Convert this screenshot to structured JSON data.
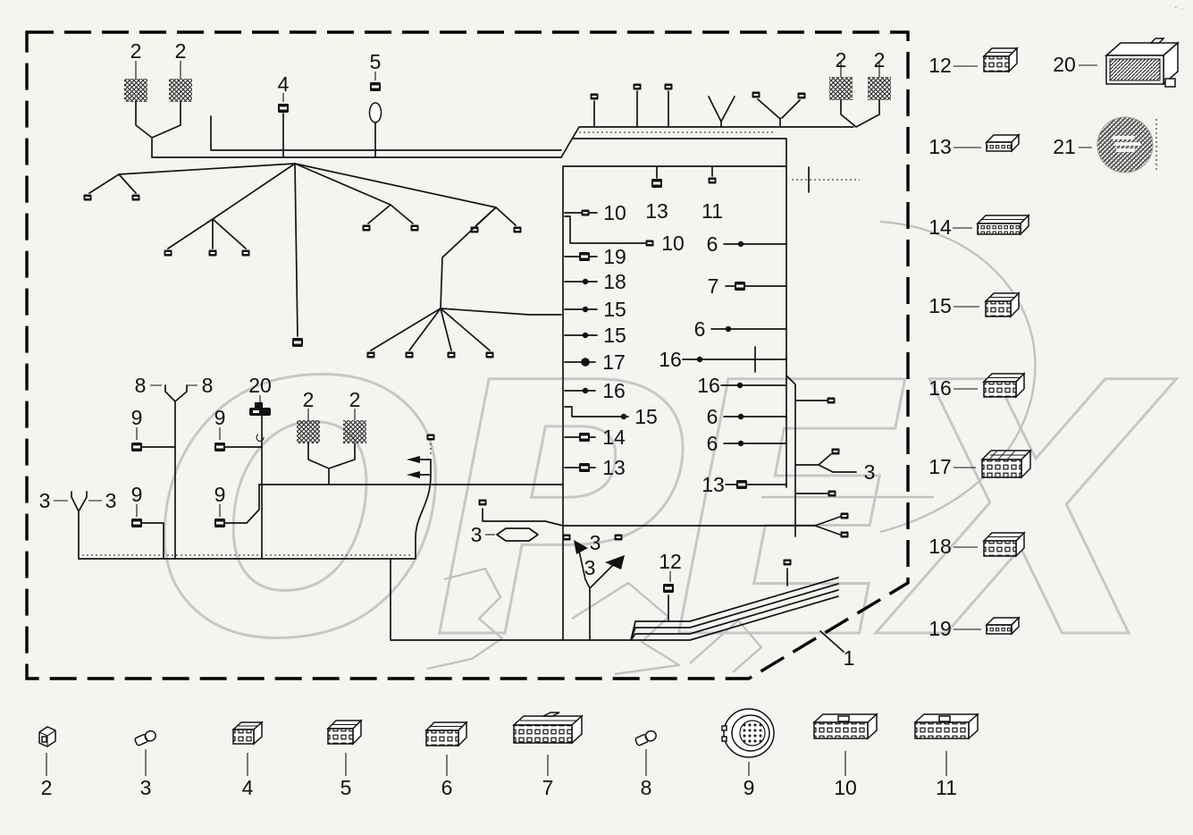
{
  "page": {
    "corner_mark": "·° ···",
    "background": "#f4f4f1"
  },
  "watermark": {
    "text": "OPEX",
    "color": "#c7c7c7"
  },
  "diagram": {
    "callouts": {
      "top_left": [
        "2",
        "2",
        "4",
        "5"
      ],
      "top_right": [
        "2",
        "2"
      ],
      "center_list": [
        "10",
        "13",
        "11",
        "10",
        "19",
        "18",
        "15",
        "15",
        "17",
        "16",
        "15",
        "14",
        "13"
      ],
      "inner_right": [
        "6",
        "7",
        "6",
        "16",
        "16",
        "6",
        "6",
        "13"
      ],
      "left_area": [
        "8",
        "8",
        "9",
        "9",
        "20",
        "2",
        "2",
        "9",
        "9",
        "3",
        "3"
      ],
      "right_area": [
        "3"
      ],
      "bottom_area": [
        "3",
        "3",
        "3",
        "12"
      ],
      "harness": [
        "1"
      ]
    }
  },
  "right_column": {
    "items": [
      {
        "num": "12"
      },
      {
        "num": "13"
      },
      {
        "num": "14"
      },
      {
        "num": "15"
      },
      {
        "num": "16"
      },
      {
        "num": "17"
      },
      {
        "num": "18"
      },
      {
        "num": "19"
      },
      {
        "num": "20"
      },
      {
        "num": "21"
      }
    ]
  },
  "bottom_row": {
    "items": [
      {
        "num": "2"
      },
      {
        "num": "3"
      },
      {
        "num": "4"
      },
      {
        "num": "5"
      },
      {
        "num": "6"
      },
      {
        "num": "7"
      },
      {
        "num": "8"
      },
      {
        "num": "9"
      },
      {
        "num": "10"
      },
      {
        "num": "11"
      }
    ]
  }
}
